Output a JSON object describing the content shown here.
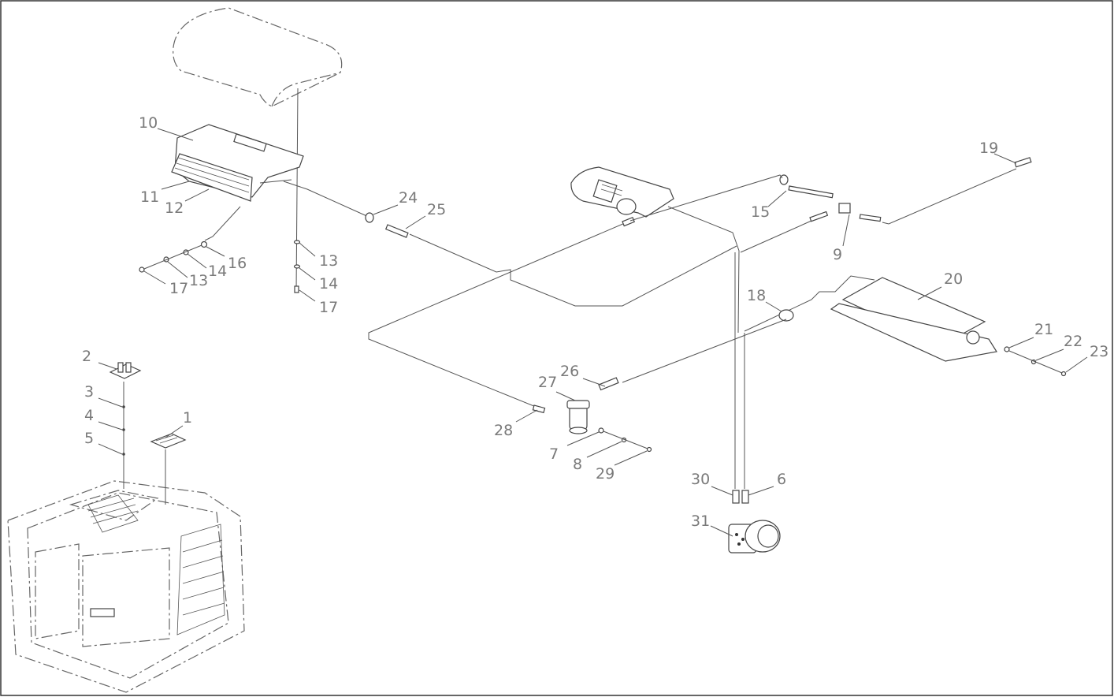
{
  "diagram": {
    "callouts": [
      {
        "id": "c1",
        "text": "1"
      },
      {
        "id": "c2",
        "text": "2"
      },
      {
        "id": "c3",
        "text": "3"
      },
      {
        "id": "c4",
        "text": "4"
      },
      {
        "id": "c5",
        "text": "5"
      },
      {
        "id": "c6",
        "text": "6"
      },
      {
        "id": "c7",
        "text": "7"
      },
      {
        "id": "c8",
        "text": "8"
      },
      {
        "id": "c9",
        "text": "9"
      },
      {
        "id": "c10",
        "text": "10"
      },
      {
        "id": "c11",
        "text": "11"
      },
      {
        "id": "c12",
        "text": "12"
      },
      {
        "id": "c13a",
        "text": "13"
      },
      {
        "id": "c13b",
        "text": "13"
      },
      {
        "id": "c14a",
        "text": "14"
      },
      {
        "id": "c14b",
        "text": "14"
      },
      {
        "id": "c15",
        "text": "15"
      },
      {
        "id": "c16",
        "text": "16"
      },
      {
        "id": "c17a",
        "text": "17"
      },
      {
        "id": "c17b",
        "text": "17"
      },
      {
        "id": "c18",
        "text": "18"
      },
      {
        "id": "c19",
        "text": "19"
      },
      {
        "id": "c20",
        "text": "20"
      },
      {
        "id": "c21",
        "text": "21"
      },
      {
        "id": "c22",
        "text": "22"
      },
      {
        "id": "c23",
        "text": "23"
      },
      {
        "id": "c24",
        "text": "24"
      },
      {
        "id": "c25",
        "text": "25"
      },
      {
        "id": "c26",
        "text": "26"
      },
      {
        "id": "c27",
        "text": "27"
      },
      {
        "id": "c28",
        "text": "28"
      },
      {
        "id": "c29",
        "text": "29"
      },
      {
        "id": "c30",
        "text": "30"
      },
      {
        "id": "c31",
        "text": "31"
      }
    ]
  }
}
